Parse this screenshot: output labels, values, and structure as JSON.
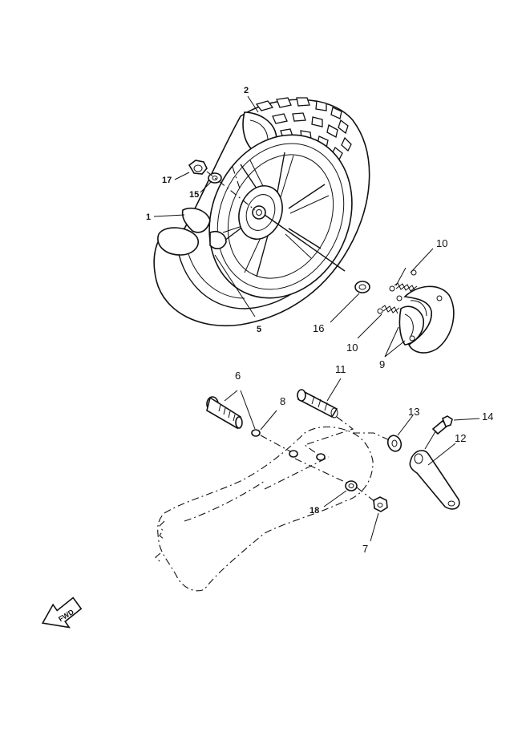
{
  "callouts": {
    "c1": "1",
    "c2": "2",
    "c5": "5",
    "c6": "6",
    "c7": "7",
    "c8": "8",
    "c9": "9",
    "c10a": "10",
    "c10b": "10",
    "c11": "11",
    "c12": "12",
    "c13": "13",
    "c14": "14",
    "c15": "15",
    "c16": "16",
    "c17": "17",
    "c18": "18"
  },
  "fwd_label": "FWD"
}
